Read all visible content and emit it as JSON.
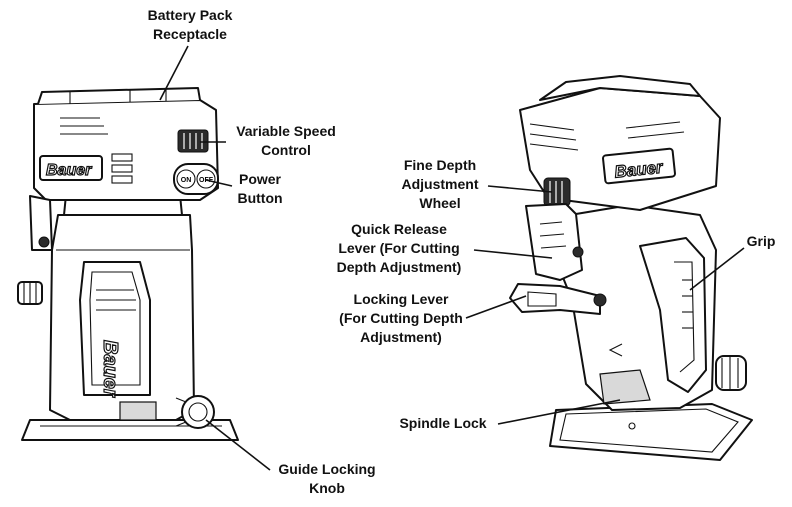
{
  "labels": {
    "battery_pack_receptacle": "Battery Pack\nReceptacle",
    "variable_speed_control": "Variable Speed\nControl",
    "power_button": "Power\nButton",
    "guide_locking_knob": "Guide Locking\nKnob",
    "fine_depth_adjustment_wheel": "Fine Depth\nAdjustment\nWheel",
    "quick_release_lever": "Quick Release\nLever (For Cutting\nDepth Adjustment)",
    "locking_lever": "Locking Lever\n(For Cutting Depth\nAdjustment)",
    "grip": "Grip",
    "spindle_lock": "Spindle Lock"
  },
  "brand": {
    "logo_text": "Bauer",
    "on_text": "ON",
    "off_text": "OFF"
  }
}
